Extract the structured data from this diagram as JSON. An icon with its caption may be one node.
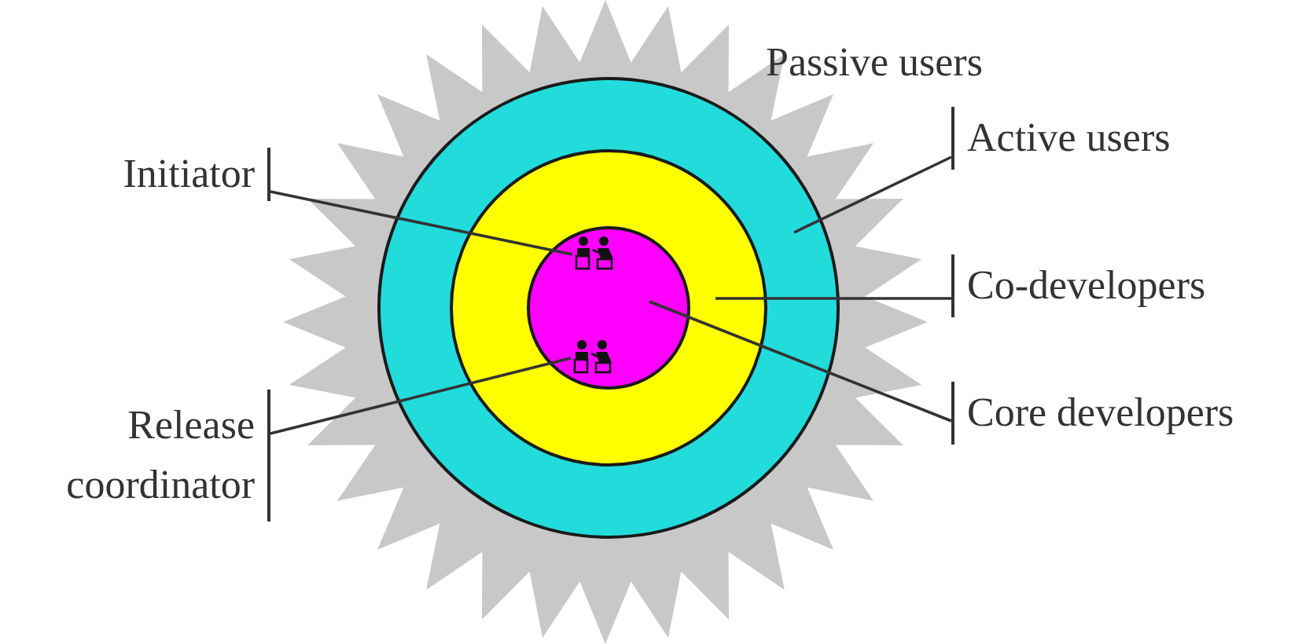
{
  "diagram": {
    "nodes": [
      {
        "text": [
          "Passive users"
        ]
      },
      {
        "text": [],
        "shape": "circle",
        "in": 0
      },
      {
        "text": [],
        "shape": "circle",
        "in": 1
      },
      {
        "text": [],
        "shape": "circle",
        "in": 2
      },
      {
        "text": [],
        "shape": "picture",
        "in": 3
      },
      {
        "text": [],
        "shape": "picture",
        "in": 3
      },
      {
        "text": [
          "Initiator"
        ]
      },
      {
        "text": [
          "Release coordinator"
        ]
      },
      {
        "text": [
          "Active users"
        ]
      },
      {
        "text": [
          "Co-developers"
        ]
      },
      {
        "text": [
          "Core developers"
        ]
      }
    ],
    "edges": [
      {
        "from": 6,
        "to": 4,
        "arrow": "none"
      },
      {
        "from": 7,
        "to": 5,
        "arrow": "none"
      },
      {
        "from": 8,
        "to": 1,
        "arrow": "none"
      },
      {
        "from": 9,
        "to": 2,
        "arrow": "none"
      },
      {
        "from": 10,
        "to": 3,
        "arrow": "none"
      }
    ]
  }
}
